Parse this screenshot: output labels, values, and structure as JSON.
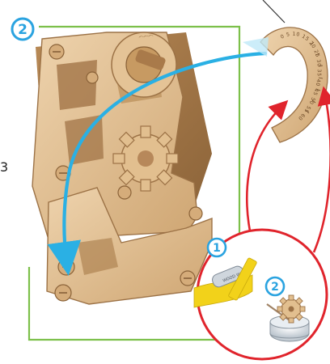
{
  "figure": {
    "background": "#ffffff",
    "step_badges": [
      {
        "label": "2"
      },
      {
        "label": "1"
      },
      {
        "label": "2"
      }
    ],
    "side_glyph": "3",
    "gauge_numbers": "0 5 10 15 20 25 30 35 40 45 50 55 60",
    "tube_label": "WOOD WAX",
    "colors": {
      "badge_blue": "#2aa3e0",
      "arrow_blue": "#2ab0e4",
      "arrow_red": "#e0242c",
      "frame_green": "#7cc04a",
      "wood_light": "#e7c9a0",
      "wood_mid": "#d6b07f",
      "wood_dark": "#a97a4a",
      "wax_yellow": "#f2d21a"
    },
    "icons": [
      "step-badge",
      "curved-arrow",
      "pencil",
      "wax-tube",
      "gear",
      "wax-cup"
    ]
  }
}
